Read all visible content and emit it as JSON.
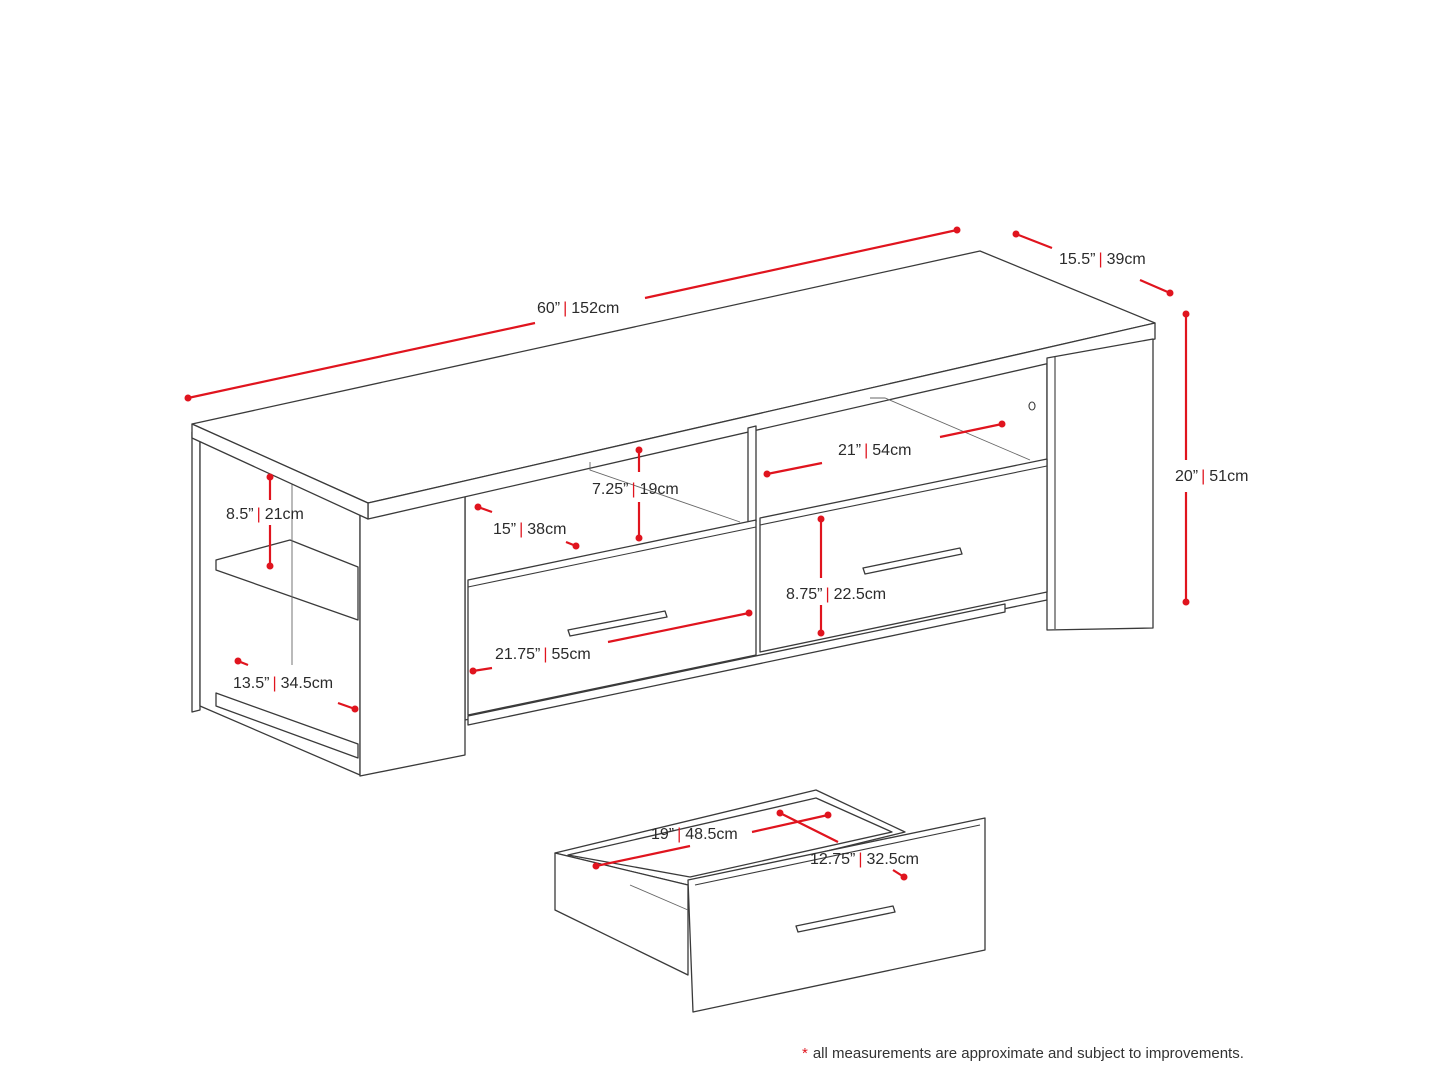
{
  "dimensions": {
    "overall_width": {
      "inches": "60”",
      "cm": "152cm"
    },
    "overall_depth": {
      "inches": "15.5”",
      "cm": "39cm"
    },
    "overall_height": {
      "inches": "20”",
      "cm": "51cm"
    },
    "open_shelf_width": {
      "inches": "21”",
      "cm": "54cm"
    },
    "open_shelf_height": {
      "inches": "7.25”",
      "cm": "19cm"
    },
    "open_shelf_depth": {
      "inches": "15”",
      "cm": "38cm"
    },
    "side_shelf_height": {
      "inches": "8.5”",
      "cm": "21cm"
    },
    "drawer_front_height": {
      "inches": "8.75”",
      "cm": "22.5cm"
    },
    "drawer_front_width": {
      "inches": "21.75”",
      "cm": "55cm"
    },
    "side_shelf_depth": {
      "inches": "13.5”",
      "cm": "34.5cm"
    },
    "drawer_interior_width": {
      "inches": "19”",
      "cm": "48.5cm"
    },
    "drawer_interior_depth": {
      "inches": "12.75”",
      "cm": "32.5cm"
    }
  },
  "separator": "|",
  "footnote": {
    "marker": "*",
    "text": "all measurements are approximate and subject to improvements."
  },
  "colors": {
    "dimension_line": "#e0141e",
    "outline": "#3a3a3a"
  }
}
